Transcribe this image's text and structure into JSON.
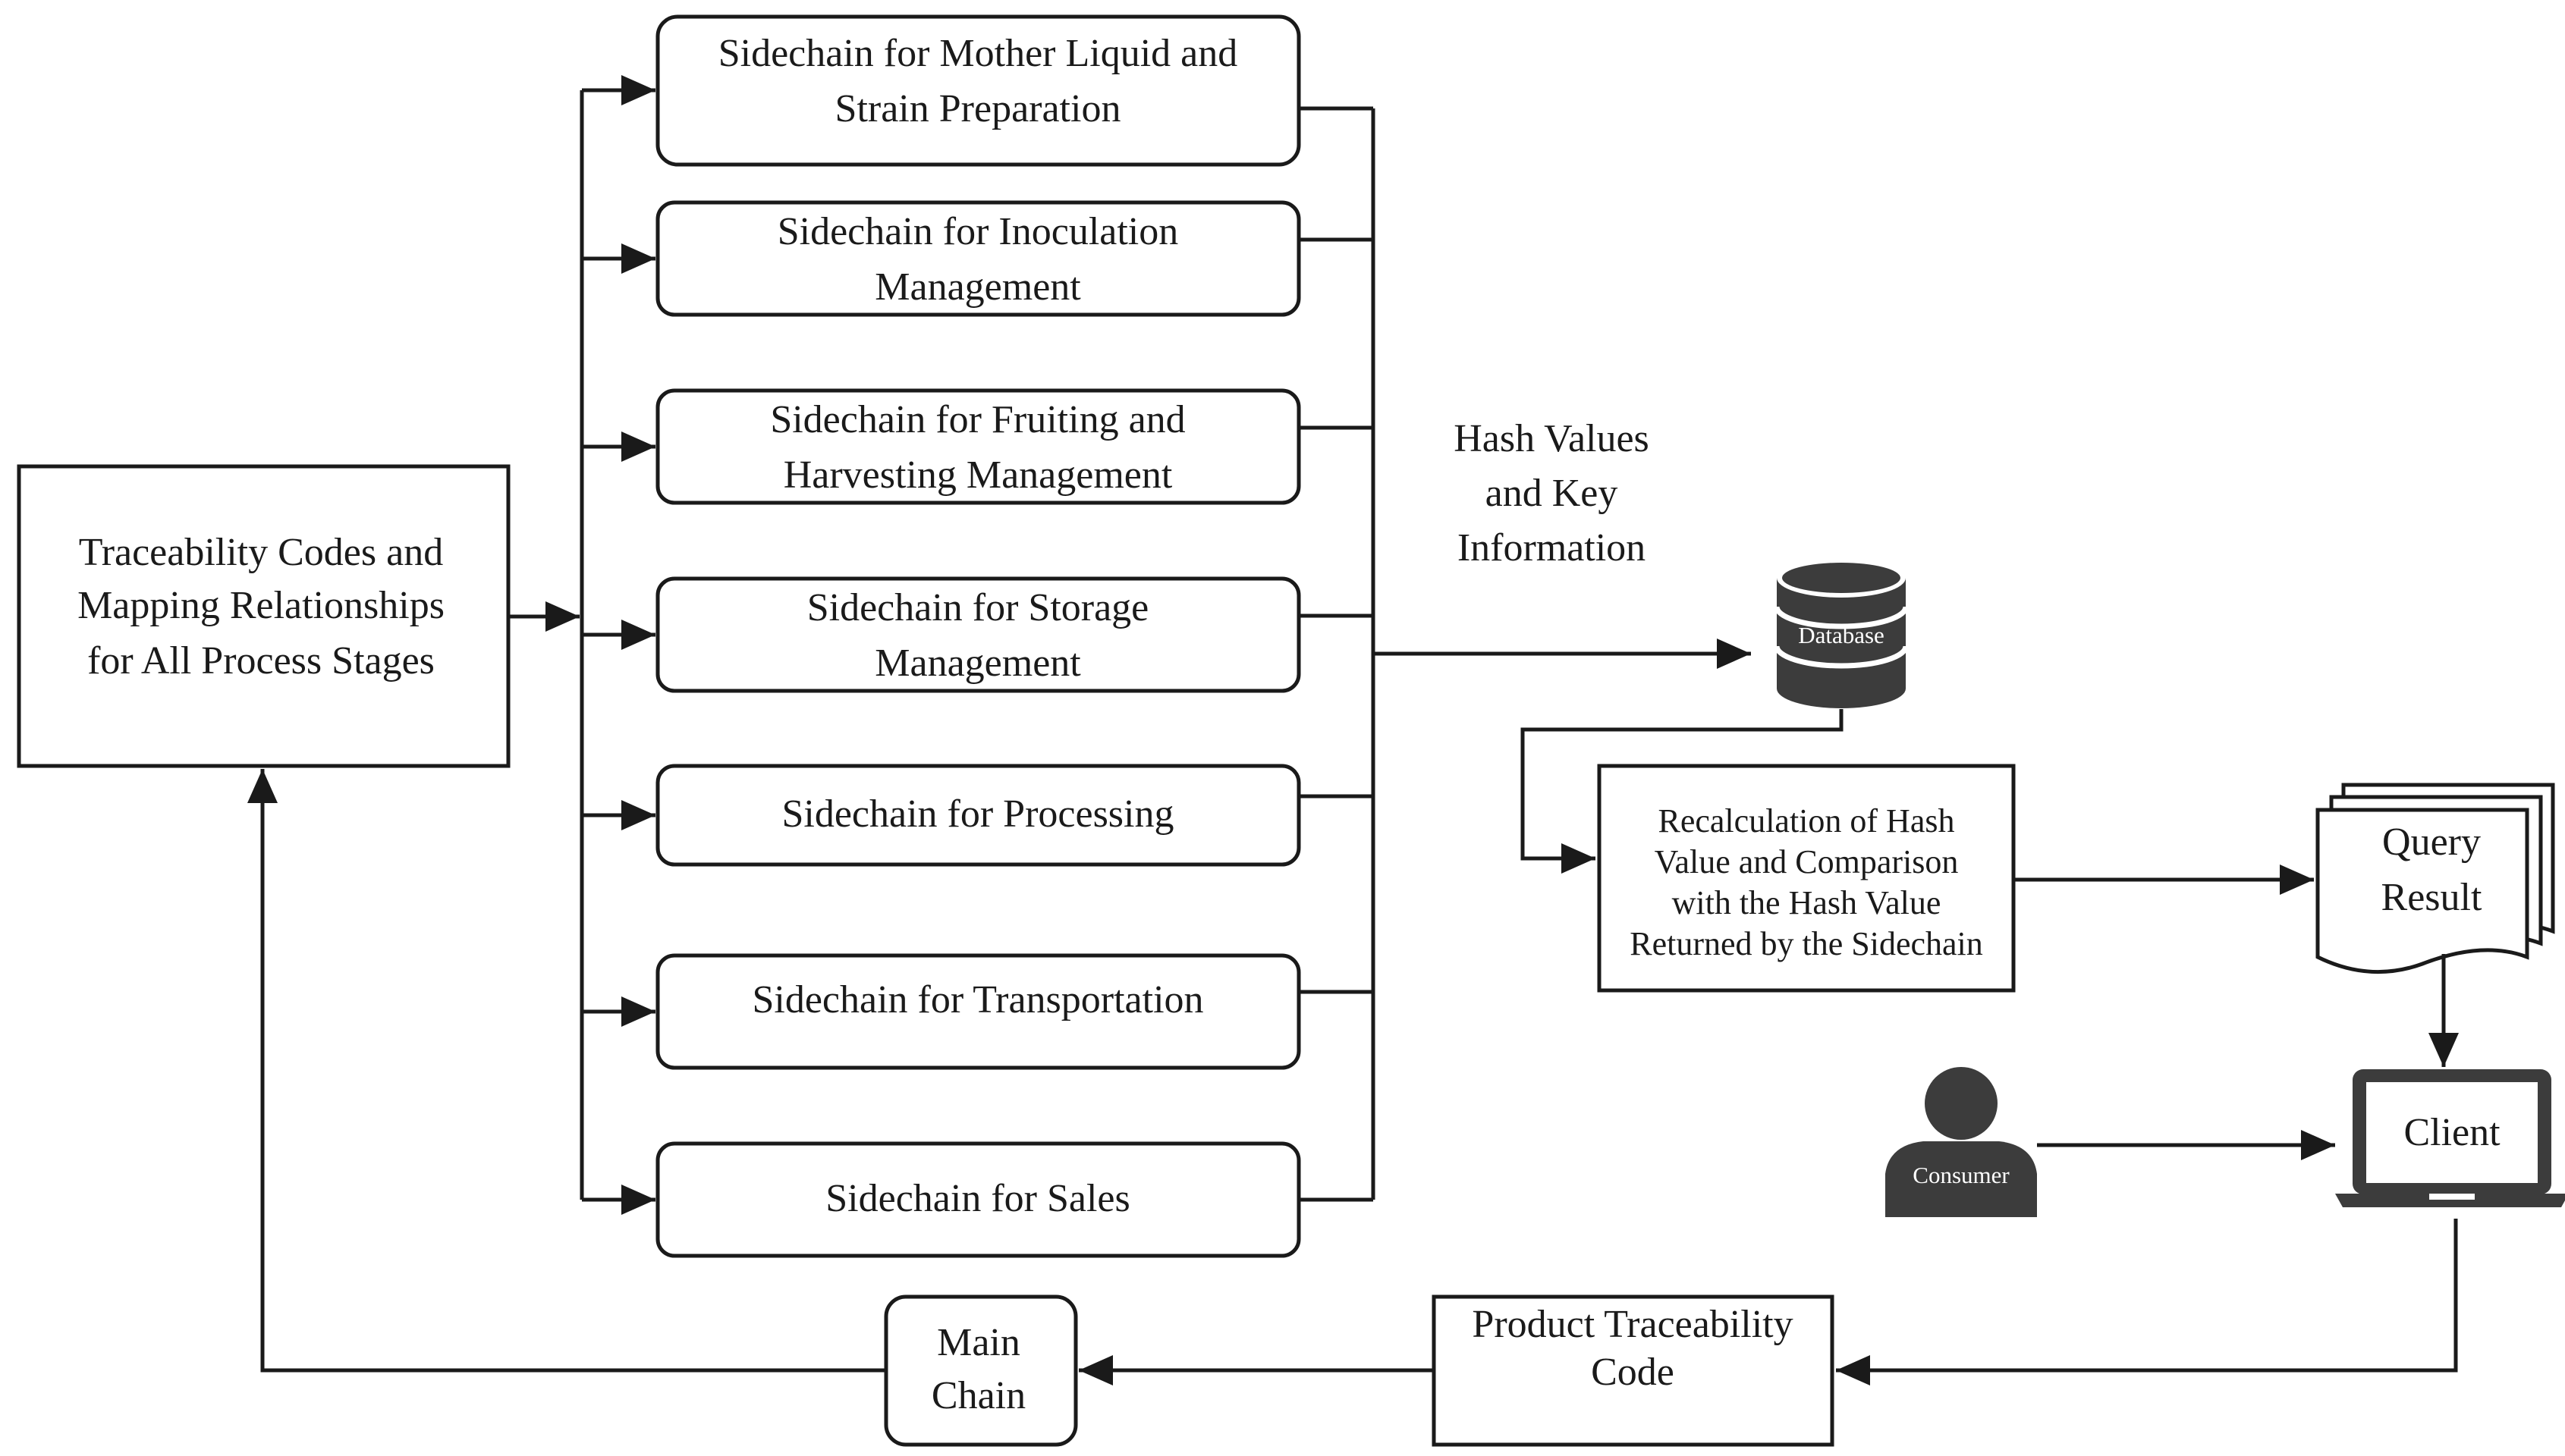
{
  "left_box": {
    "lines": [
      "Traceability Codes and",
      "Mapping Relationships",
      "for All Process Stages"
    ]
  },
  "sidechains": [
    {
      "lines": [
        "Sidechain for Mother Liquid and",
        "Strain Preparation"
      ]
    },
    {
      "lines": [
        "Sidechain for Inoculation",
        "Management"
      ]
    },
    {
      "lines": [
        "Sidechain for Fruiting and",
        "Harvesting Management"
      ]
    },
    {
      "lines": [
        "Sidechain for Storage",
        "Management"
      ]
    },
    {
      "lines": [
        "Sidechain for Processing"
      ]
    },
    {
      "lines": [
        "Sidechain for Transportation"
      ]
    },
    {
      "lines": [
        "Sidechain for Sales"
      ]
    }
  ],
  "hash_label": {
    "lines": [
      "Hash Values",
      "and Key",
      "Information"
    ]
  },
  "database": {
    "label": "Database"
  },
  "recalc_box": {
    "lines": [
      "Recalculation of Hash",
      "Value and Comparison",
      "with the Hash Value",
      "Returned by the Sidechain"
    ]
  },
  "query_result": {
    "lines": [
      "Query",
      "Result"
    ]
  },
  "client": {
    "label": "Client"
  },
  "consumer": {
    "label": "Consumer"
  },
  "product_code_box": {
    "lines": [
      "Product Traceability",
      "Code"
    ]
  },
  "main_chain_box": {
    "lines": [
      "Main",
      "Chain"
    ]
  },
  "colors": {
    "stroke": "#1a1a1a",
    "icon": "#3c3c3c",
    "background": "#ffffff"
  }
}
